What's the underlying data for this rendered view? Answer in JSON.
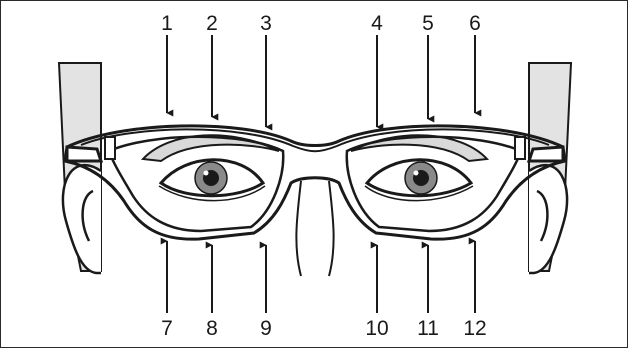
{
  "labels": {
    "top": [
      "1",
      "2",
      "3",
      "4",
      "5",
      "6"
    ],
    "bottom": [
      "7",
      "8",
      "9",
      "10",
      "11",
      "12"
    ]
  },
  "colors": {
    "stroke": "#1a1a1a",
    "hair": "#e3e3e3",
    "iris": "#8a8a8a",
    "brow": "#d9d9d9"
  }
}
